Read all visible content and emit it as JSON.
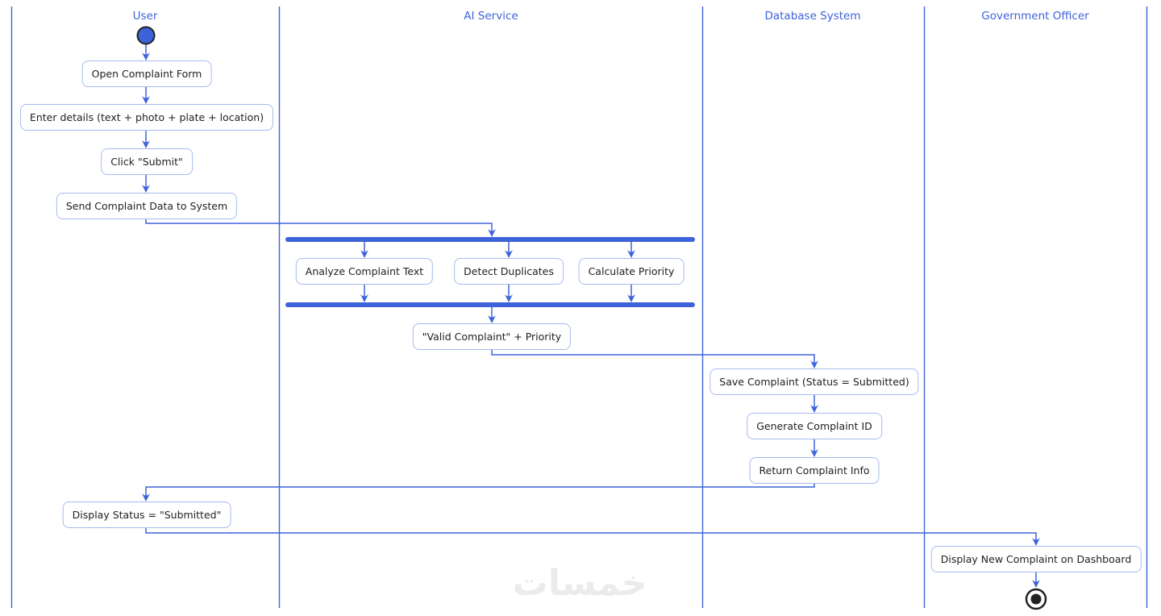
{
  "diagram": {
    "type": "activity-swimlane",
    "colors": {
      "accent_blue": "#3E63D9",
      "box_border": "#A6BAEF",
      "box_text": "#1F1F1F",
      "node_outline_dark": "#222222",
      "watermark_gray": "#EBEBEB"
    },
    "lanes": [
      {
        "label": "User"
      },
      {
        "label": "AI Service"
      },
      {
        "label": "Database System"
      },
      {
        "label": "Government Officer"
      }
    ],
    "nodes": {
      "open_form": "Open Complaint Form",
      "enter_details": "Enter details (text + photo + plate + location)",
      "click_submit": "Click \"Submit\"",
      "send_data": "Send Complaint Data to System",
      "analyze": "Analyze Complaint Text",
      "detect": "Detect Duplicates",
      "calc_priority": "Calculate Priority",
      "valid_complaint": "\"Valid Complaint\" + Priority",
      "save_complaint": "Save Complaint (Status = Submitted)",
      "generate_id": "Generate Complaint ID",
      "return_info": "Return Complaint Info",
      "display_status": "Display Status = \"Submitted\"",
      "display_dashboard": "Display New Complaint on Dashboard"
    },
    "flows": [
      {
        "from": "start",
        "to": "open_form"
      },
      {
        "from": "open_form",
        "to": "enter_details"
      },
      {
        "from": "enter_details",
        "to": "click_submit"
      },
      {
        "from": "click_submit",
        "to": "send_data"
      },
      {
        "from": "send_data",
        "to": "fork"
      },
      {
        "from": "fork",
        "to": "analyze"
      },
      {
        "from": "fork",
        "to": "detect"
      },
      {
        "from": "fork",
        "to": "calc_priority"
      },
      {
        "from": "analyze",
        "to": "join"
      },
      {
        "from": "detect",
        "to": "join"
      },
      {
        "from": "calc_priority",
        "to": "join"
      },
      {
        "from": "join",
        "to": "valid_complaint"
      },
      {
        "from": "valid_complaint",
        "to": "save_complaint"
      },
      {
        "from": "save_complaint",
        "to": "generate_id"
      },
      {
        "from": "generate_id",
        "to": "return_info"
      },
      {
        "from": "return_info",
        "to": "display_status"
      },
      {
        "from": "display_status",
        "to": "display_dashboard"
      },
      {
        "from": "display_dashboard",
        "to": "end"
      }
    ],
    "watermark": "خمسات"
  }
}
